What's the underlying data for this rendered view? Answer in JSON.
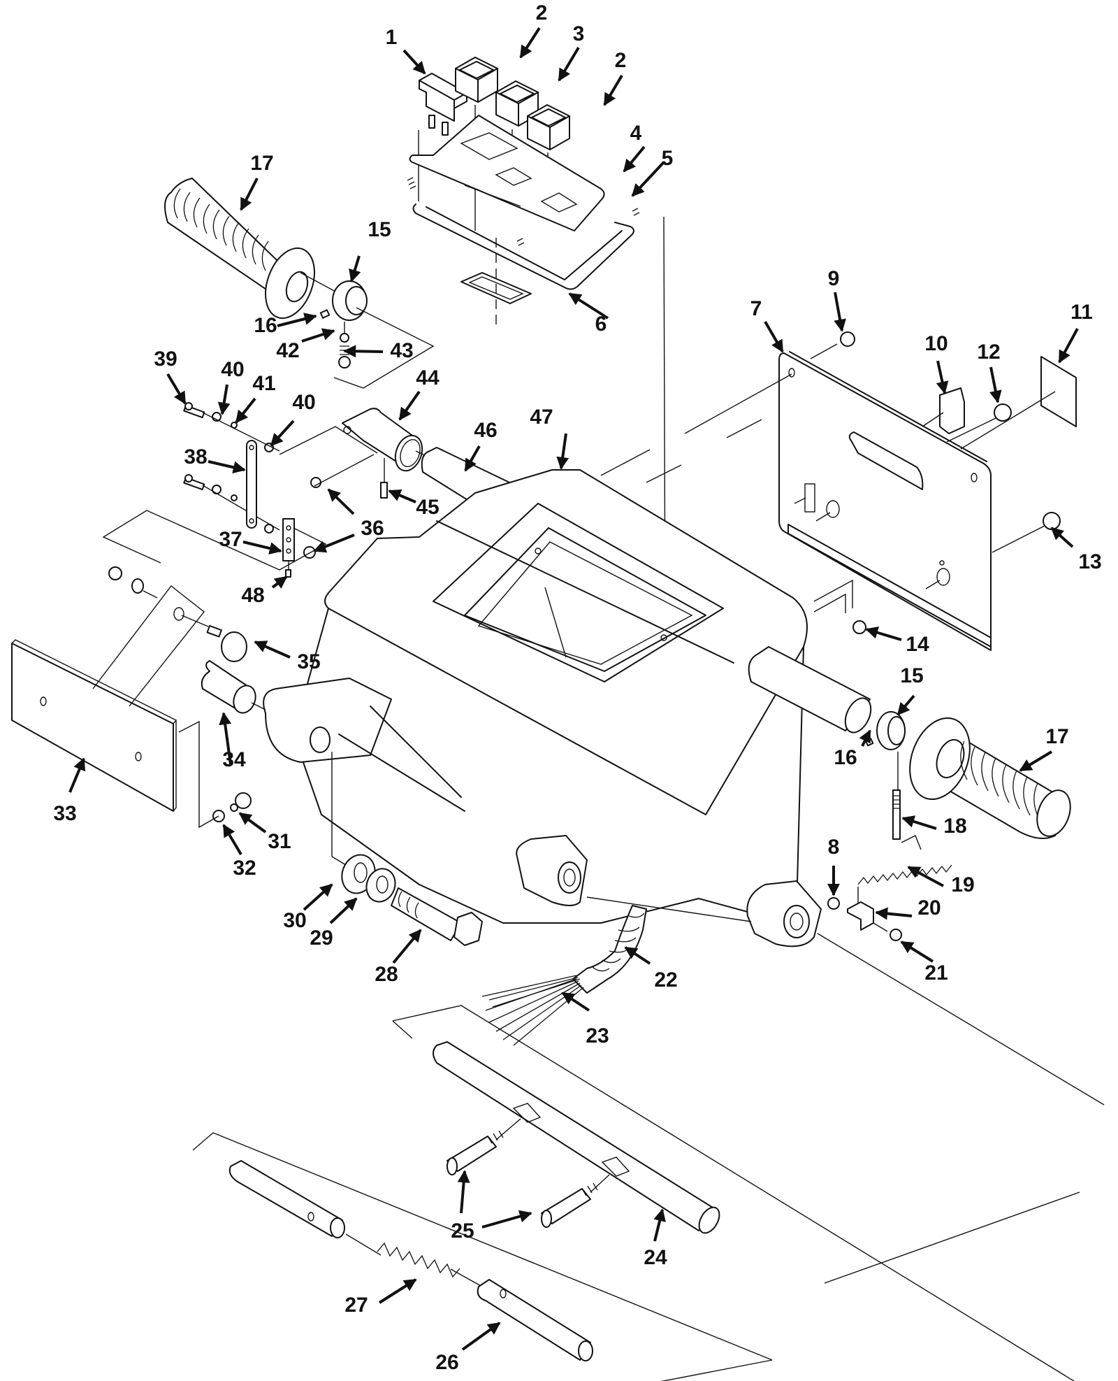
{
  "figure": {
    "type": "exploded-parts-diagram",
    "accent_color": "#111111",
    "background_color": "#ffffff"
  },
  "callouts": [
    {
      "id": "c1",
      "text": "1"
    },
    {
      "id": "c2a",
      "text": "2"
    },
    {
      "id": "c3",
      "text": "3"
    },
    {
      "id": "c2b",
      "text": "2"
    },
    {
      "id": "c4",
      "text": "4"
    },
    {
      "id": "c5",
      "text": "5"
    },
    {
      "id": "c6",
      "text": "6"
    },
    {
      "id": "c7",
      "text": "7"
    },
    {
      "id": "c8",
      "text": "8"
    },
    {
      "id": "c9",
      "text": "9"
    },
    {
      "id": "c10",
      "text": "10"
    },
    {
      "id": "c11",
      "text": "11"
    },
    {
      "id": "c12",
      "text": "12"
    },
    {
      "id": "c13",
      "text": "13"
    },
    {
      "id": "c14",
      "text": "14"
    },
    {
      "id": "c15a",
      "text": "15"
    },
    {
      "id": "c15b",
      "text": "15"
    },
    {
      "id": "c16a",
      "text": "16"
    },
    {
      "id": "c16b",
      "text": "16"
    },
    {
      "id": "c17a",
      "text": "17"
    },
    {
      "id": "c17b",
      "text": "17"
    },
    {
      "id": "c18",
      "text": "18"
    },
    {
      "id": "c19",
      "text": "19"
    },
    {
      "id": "c20",
      "text": "20"
    },
    {
      "id": "c21",
      "text": "21"
    },
    {
      "id": "c22",
      "text": "22"
    },
    {
      "id": "c23",
      "text": "23"
    },
    {
      "id": "c24",
      "text": "24"
    },
    {
      "id": "c25",
      "text": "25"
    },
    {
      "id": "c26",
      "text": "26"
    },
    {
      "id": "c27",
      "text": "27"
    },
    {
      "id": "c28",
      "text": "28"
    },
    {
      "id": "c29",
      "text": "29"
    },
    {
      "id": "c30",
      "text": "30"
    },
    {
      "id": "c31",
      "text": "31"
    },
    {
      "id": "c32",
      "text": "32"
    },
    {
      "id": "c33",
      "text": "33"
    },
    {
      "id": "c34",
      "text": "34"
    },
    {
      "id": "c35",
      "text": "35"
    },
    {
      "id": "c36",
      "text": "36"
    },
    {
      "id": "c37",
      "text": "37"
    },
    {
      "id": "c38",
      "text": "38"
    },
    {
      "id": "c39",
      "text": "39"
    },
    {
      "id": "c40a",
      "text": "40"
    },
    {
      "id": "c40b",
      "text": "40"
    },
    {
      "id": "c41",
      "text": "41"
    },
    {
      "id": "c42",
      "text": "42"
    },
    {
      "id": "c43",
      "text": "43"
    },
    {
      "id": "c44",
      "text": "44"
    },
    {
      "id": "c45",
      "text": "45"
    },
    {
      "id": "c46",
      "text": "46"
    },
    {
      "id": "c47",
      "text": "47"
    },
    {
      "id": "c48",
      "text": "48"
    }
  ]
}
